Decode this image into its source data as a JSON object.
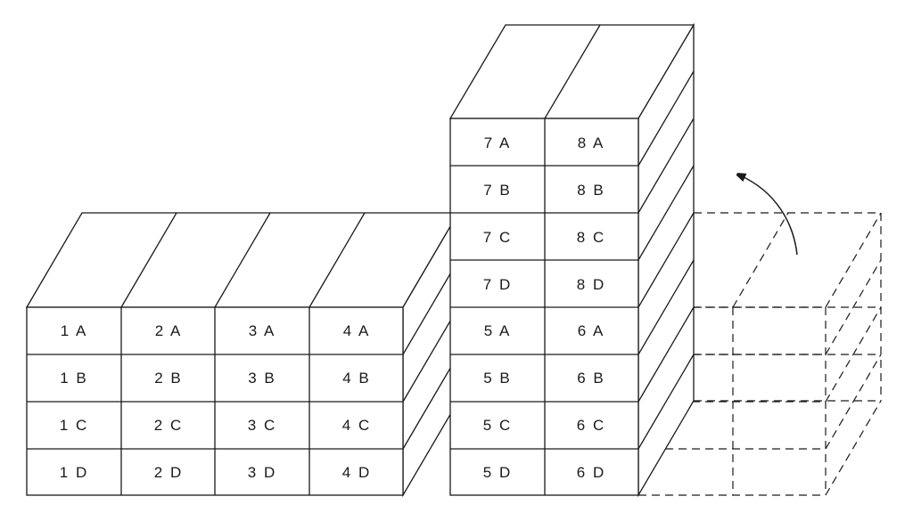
{
  "diagram": {
    "left_block": {
      "rows": [
        [
          "1 A",
          "2 A",
          "3 A",
          "4 A"
        ],
        [
          "1 B",
          "2 B",
          "3 B",
          "4 B"
        ],
        [
          "1 C",
          "2 C",
          "3 C",
          "4 C"
        ],
        [
          "1 D",
          "2 D",
          "3 D",
          "4 D"
        ]
      ]
    },
    "tall_block": {
      "rows": [
        [
          "7 A",
          "8 A"
        ],
        [
          "7 B",
          "8 B"
        ],
        [
          "7 C",
          "8 C"
        ],
        [
          "7 D",
          "8 D"
        ],
        [
          "5 A",
          "6 A"
        ],
        [
          "5 B",
          "6 B"
        ],
        [
          "5 C",
          "6 C"
        ],
        [
          "5 D",
          "6 D"
        ]
      ]
    },
    "ghost_block": {
      "style": "dashed",
      "moved_to": "tall_block_top"
    },
    "arrow": {
      "direction": "up-left"
    },
    "colors": {
      "stroke": "#1a1a1a",
      "background": "#ffffff"
    }
  }
}
